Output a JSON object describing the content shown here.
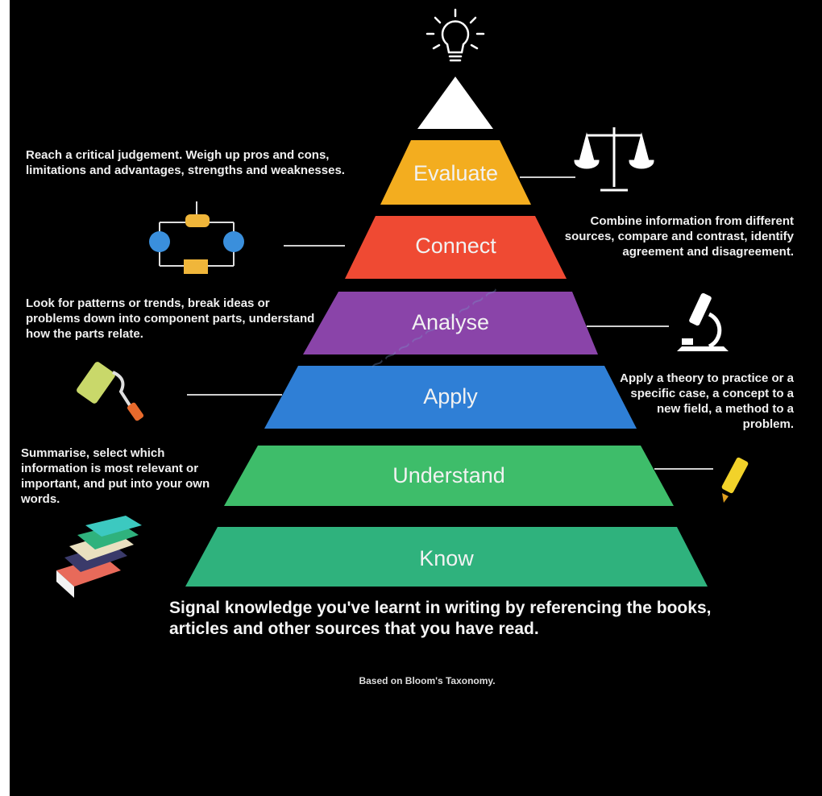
{
  "tiers": [
    {
      "label": "Evaluate",
      "color": "#f3ad1f"
    },
    {
      "label": "Connect",
      "color": "#ef4a33"
    },
    {
      "label": "Analyse",
      "color": "#8a44a9"
    },
    {
      "label": "Apply",
      "color": "#2f7fd6"
    },
    {
      "label": "Understand",
      "color": "#3ebd6a"
    },
    {
      "label": "Know",
      "color": "#2fb27d"
    }
  ],
  "descriptions": {
    "evaluate": "Reach a critical judgement. Weigh up pros and cons, limitations and advantages, strengths and weaknesses.",
    "connect": "Combine information from different sources, compare and contrast, identify agreement and disagreement.",
    "analyse": "Look for patterns or trends, break ideas or problems down into component parts, understand how the parts relate.",
    "apply": "Apply a theory to practice or a specific case, a concept to a new field, a method to a problem.",
    "understand": "Summarise, select which information is most relevant or important, and put into your own words.",
    "know": "Signal knowledge you've learnt in writing by referencing the books, articles and other sources that you have read."
  },
  "credit": "Based on Bloom's Taxonomy.",
  "icons": {
    "top": "lightbulb-icon",
    "evaluate": "balance-scale-icon",
    "connect": "network-diagram-icon",
    "analyse": "microscope-icon",
    "apply": "paint-roller-icon",
    "understand": "highlighter-icon",
    "know": "books-stack-icon"
  }
}
